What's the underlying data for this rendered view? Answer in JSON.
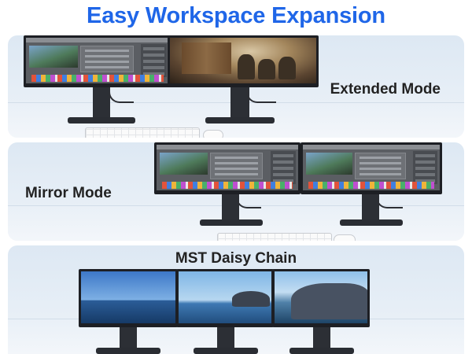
{
  "heading": "Easy Workspace Expansion",
  "panels": {
    "extended": {
      "label": "Extended Mode"
    },
    "mirror": {
      "label": "Mirror Mode"
    },
    "mst": {
      "label": "MST Daisy Chain"
    }
  }
}
